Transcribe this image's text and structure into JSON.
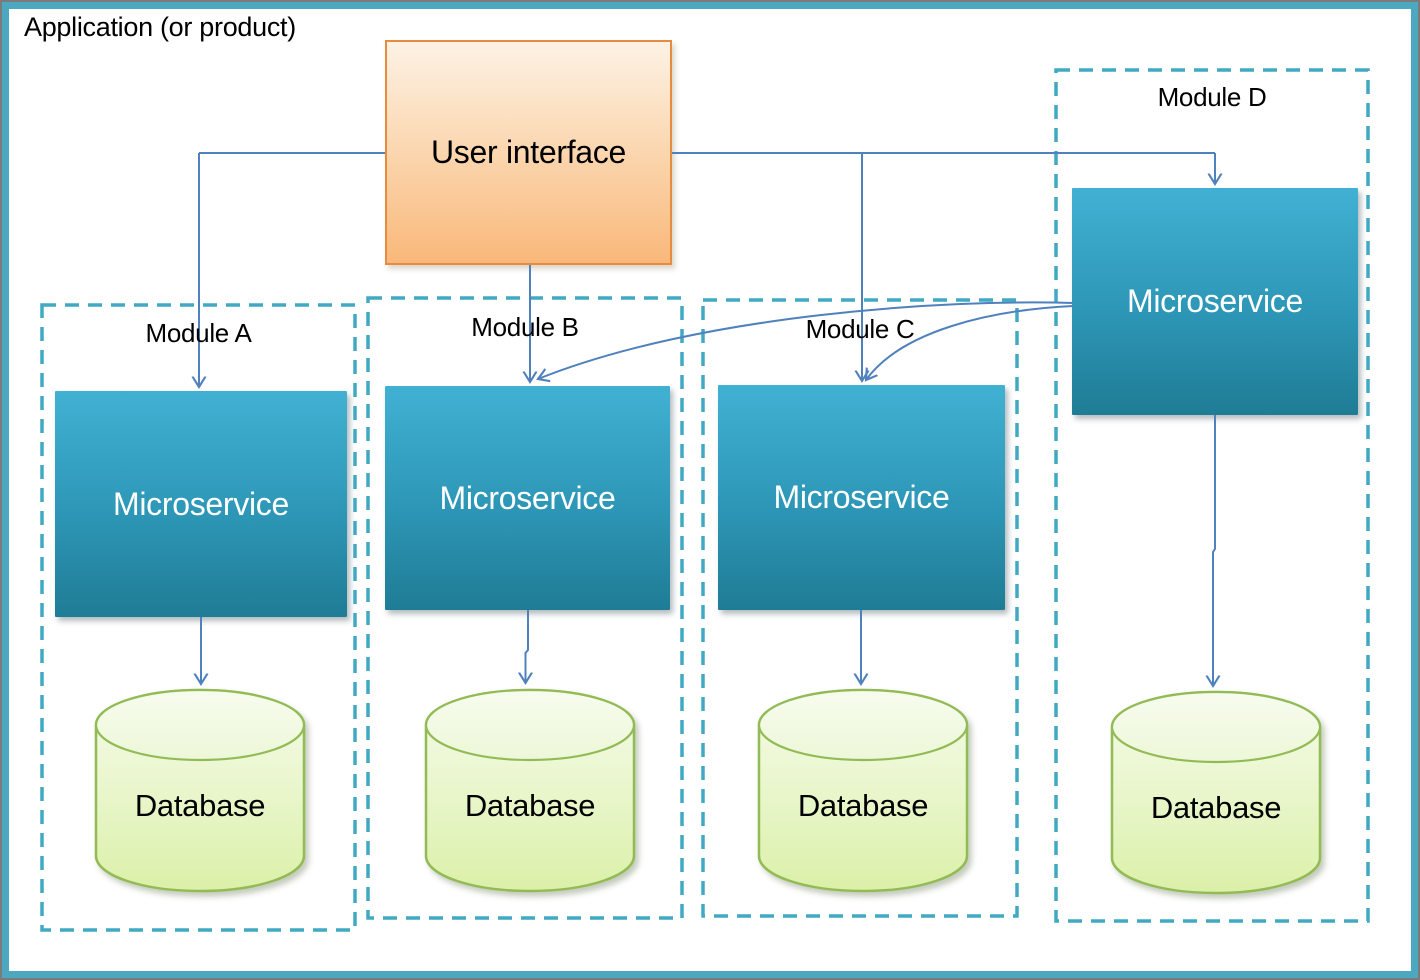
{
  "app": {
    "title": "Application (or product)"
  },
  "ui_box": {
    "label": "User interface"
  },
  "modules": [
    {
      "id": "A",
      "label": "Module A",
      "microservice": "Microservice",
      "database": "Database"
    },
    {
      "id": "B",
      "label": "Module B",
      "microservice": "Microservice",
      "database": "Database"
    },
    {
      "id": "C",
      "label": "Module C",
      "microservice": "Microservice",
      "database": "Database"
    },
    {
      "id": "D",
      "label": "Module D",
      "microservice": "Microservice",
      "database": "Database"
    }
  ],
  "diagram": {
    "connections": [
      {
        "from": "User interface",
        "to": "Module A Microservice"
      },
      {
        "from": "User interface",
        "to": "Module B Microservice"
      },
      {
        "from": "User interface",
        "to": "Module C Microservice"
      },
      {
        "from": "User interface",
        "to": "Module D Microservice"
      },
      {
        "from": "Module A Microservice",
        "to": "Module A Database"
      },
      {
        "from": "Module B Microservice",
        "to": "Module B Database"
      },
      {
        "from": "Module C Microservice",
        "to": "Module C Database"
      },
      {
        "from": "Module D Microservice",
        "to": "Module D Database"
      },
      {
        "from": "Module D Microservice",
        "to": "Module B Microservice"
      },
      {
        "from": "Module D Microservice",
        "to": "Module C Microservice"
      }
    ]
  },
  "colors": {
    "frame_border": "#4BA8BE",
    "module_dashed_border": "#41A9C2",
    "connector_blue": "#4F81BD",
    "microservice_gradient_top": "#41B1D3",
    "microservice_gradient_bottom": "#1F7C95",
    "ui_gradient_top": "#FDF2E5",
    "ui_gradient_bottom": "#F9B87A",
    "ui_border": "#E68C3E",
    "database_fill_top": "#F5FBE8",
    "database_fill_bottom": "#DBF0A8",
    "database_border": "#92BB55"
  }
}
